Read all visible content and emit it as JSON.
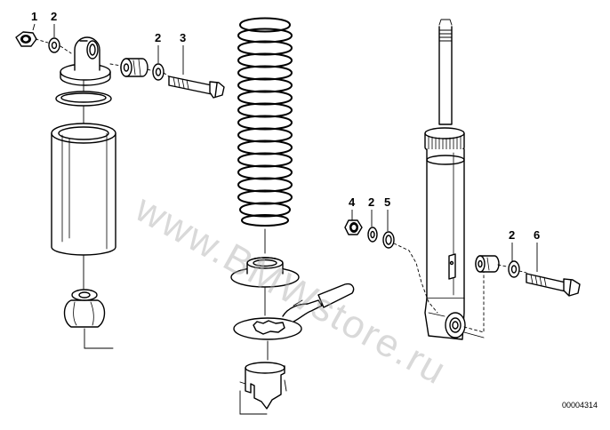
{
  "labels": {
    "l1": "1",
    "l2a": "2",
    "l2b": "2",
    "l3": "3",
    "l4": "4",
    "l2c": "2",
    "l5": "5",
    "l2d": "2",
    "l6": "6"
  },
  "diagram_code": "00004314",
  "watermark": "www.BMWstore.ru"
}
